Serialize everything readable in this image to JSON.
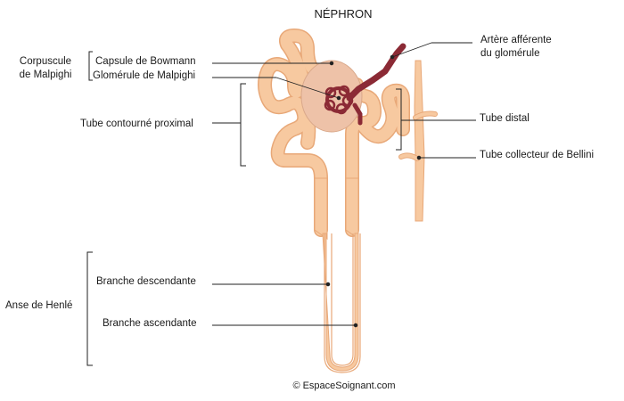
{
  "title": "NÉPHRON",
  "copyright": "© EspaceSoignant.com",
  "labels": {
    "corpuscule_line1": "Corpuscule",
    "corpuscule_line2": "de Malpighi",
    "capsule": "Capsule de Bowmann",
    "glomerule": "Glomérule de Malpighi",
    "tube_proximal": "Tube contourné proximal",
    "anse": "Anse de Henlé",
    "branche_desc": "Branche descendante",
    "branche_asc": "Branche ascendante",
    "artere_line1": "Artère afférente",
    "artere_line2": "du glomérule",
    "tube_distal": "Tube distal",
    "tube_collecteur": "Tube collecteur de Bellini"
  },
  "colors": {
    "tubule_fill": "#f7c9a0",
    "tubule_stroke": "#e8a878",
    "capsule_fill": "#eec2a8",
    "vessel": "#8b2a35",
    "line": "#222222"
  }
}
